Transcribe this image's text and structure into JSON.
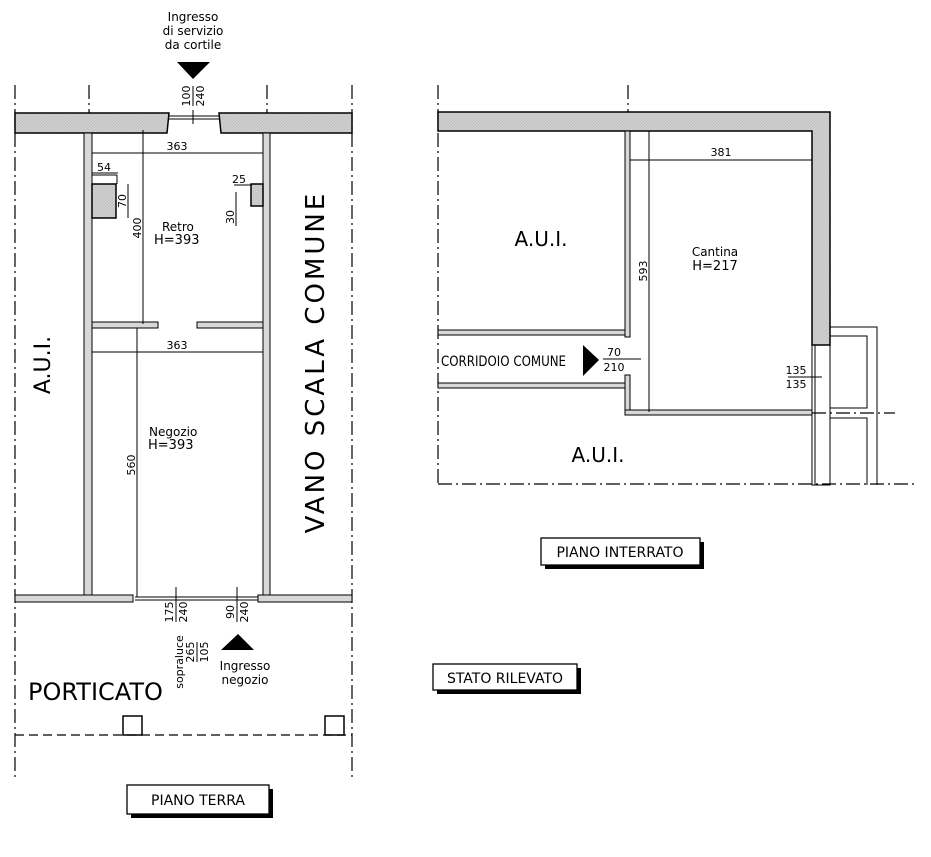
{
  "ground_floor": {
    "service_entrance": [
      "Ingresso",
      "di servizio",
      "da cortile"
    ],
    "service_door": {
      "width": "100",
      "height": "240"
    },
    "retro": {
      "name": "Retro",
      "height": "H=393",
      "dim_width": "363",
      "dim_length": "400",
      "dim_niche_w": "54",
      "dim_niche_h": "70",
      "dim_pillar_w": "25",
      "dim_pillar_h": "30"
    },
    "negozio": {
      "name": "Negozio",
      "height": "H=393",
      "dim_width": "363",
      "dim_length": "560"
    },
    "left_label": "A.U.I.",
    "right_label": "VANO SCALA COMUNE",
    "shop_window": {
      "width": "175",
      "height": "240"
    },
    "transom": {
      "label": "sopraluce",
      "width": "265",
      "height": "105"
    },
    "shop_door": {
      "width": "90",
      "height": "240"
    },
    "shop_entrance": [
      "Ingresso",
      "negozio"
    ],
    "porch": "PORTICATO",
    "title": "PIANO TERRA"
  },
  "basement": {
    "aui_top": "A.U.I.",
    "aui_bottom": "A.U.I.",
    "corridor": "CORRIDOIO COMUNE",
    "corridor_door": {
      "width": "70",
      "height": "210"
    },
    "cantina": {
      "name": "Cantina",
      "height": "H=217",
      "dim_width": "381",
      "dim_length": "593"
    },
    "window": {
      "width": "135",
      "height": "135"
    },
    "title": "PIANO INTERRATO"
  },
  "status": "STATO RILEVATO"
}
